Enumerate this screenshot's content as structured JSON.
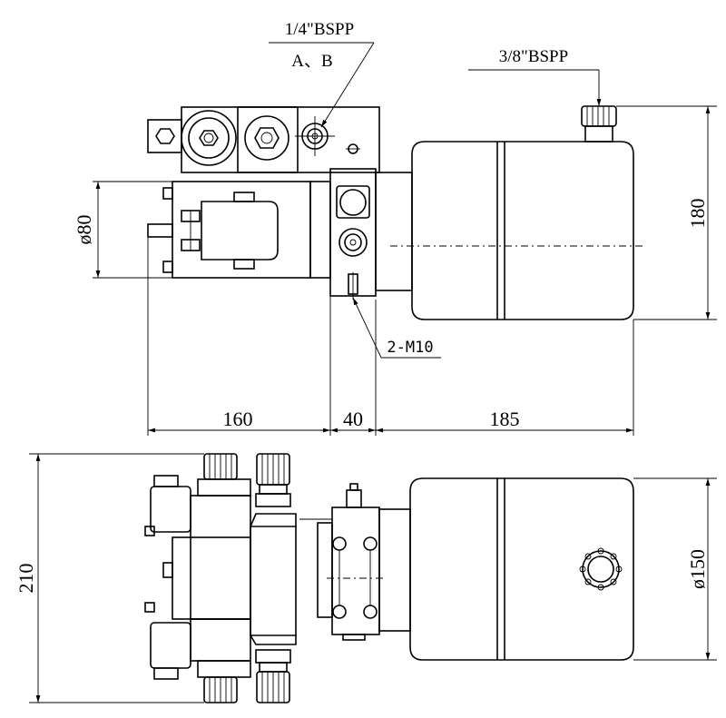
{
  "labels": {
    "port_ab_thread": "1/4\"BSPP",
    "port_ab_names": "A、B",
    "tank_thread": "3/8\"BSPP",
    "mount_holes": "2-M10"
  },
  "dimensions": {
    "motor_diameter": "ø80",
    "length_motor": "160",
    "length_block": "40",
    "length_tank": "185",
    "height_top": "180",
    "width_front": "210",
    "tank_diameter": "ø150"
  },
  "colors": {
    "line": "#000000",
    "background": "#ffffff"
  }
}
